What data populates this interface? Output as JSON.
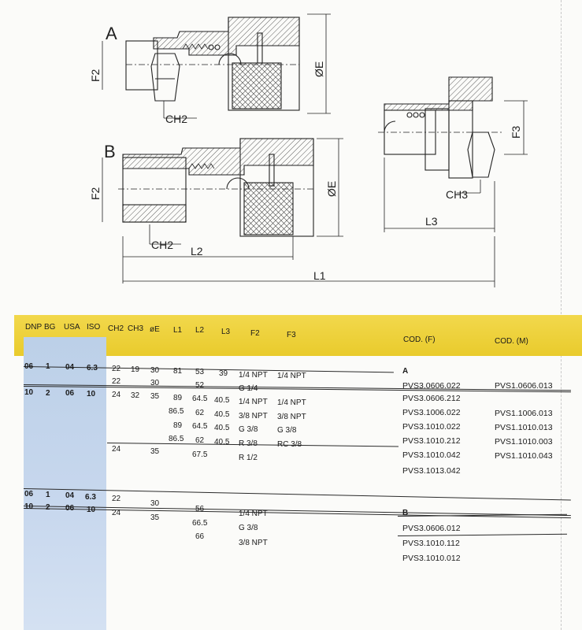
{
  "drawing": {
    "view_a_label": "A",
    "view_b_label": "B",
    "dims": {
      "f2": "F2",
      "f3": "F3",
      "oe": "ØE",
      "ch2": "CH2",
      "ch3": "CH3",
      "l1": "L1",
      "l2": "L2",
      "l3": "L3"
    }
  },
  "table": {
    "headers": [
      "DNP",
      "BG",
      "USA",
      "ISO",
      "CH2",
      "CH3",
      "øE",
      "L1",
      "L2",
      "L3",
      "F2",
      "F3",
      "COD. (F)",
      "COD. (M)"
    ],
    "section_a": {
      "label": "A",
      "group_keys": [
        {
          "dnp": "06",
          "bg": "1",
          "usa": "04",
          "iso": "6.3"
        },
        {
          "dnp": "10",
          "bg": "2",
          "usa": "06",
          "iso": "10"
        }
      ],
      "rows": [
        {
          "ch2": "22",
          "ch3": "19",
          "oe": "30",
          "l1": "81",
          "l2": "53",
          "l3": "39",
          "f2": "1/4 NPT",
          "f3": "1/4 NPT",
          "cod_f": "PVS3.0606.022",
          "cod_m": "PVS1.0606.013"
        },
        {
          "ch2": "22",
          "ch3": "",
          "oe": "30",
          "l1": "",
          "l2": "52",
          "l3": "",
          "f2": "G 1/4",
          "f3": "",
          "cod_f": "PVS3.0606.212",
          "cod_m": ""
        },
        {
          "ch2": "24",
          "ch3": "32",
          "oe": "35",
          "l1": "89",
          "l2": "64.5",
          "l3": "40.5",
          "f2": "1/4 NPT",
          "f3": "1/4 NPT",
          "cod_f": "PVS3.1006.022",
          "cod_m": "PVS1.1006.013"
        },
        {
          "ch2": "",
          "ch3": "",
          "oe": "",
          "l1": "86.5",
          "l2": "62",
          "l3": "40.5",
          "f2": "3/8 NPT",
          "f3": "3/8 NPT",
          "cod_f": "PVS3.1010.022",
          "cod_m": "PVS1.1010.013"
        },
        {
          "ch2": "",
          "ch3": "",
          "oe": "",
          "l1": "89",
          "l2": "64.5",
          "l3": "40.5",
          "f2": "G 3/8",
          "f3": "G 3/8",
          "cod_f": "PVS3.1010.212",
          "cod_m": "PVS1.1010.003"
        },
        {
          "ch2": "",
          "ch3": "",
          "oe": "",
          "l1": "86.5",
          "l2": "62",
          "l3": "40.5",
          "f2": "R 3/8",
          "f3": "RC 3/8",
          "cod_f": "PVS3.1010.042",
          "cod_m": "PVS1.1010.043"
        },
        {
          "ch2": "24",
          "ch3": "",
          "oe": "35",
          "l1": "",
          "l2": "67.5",
          "l3": "",
          "f2": "R 1/2",
          "f3": "",
          "cod_f": "PVS3.1013.042",
          "cod_m": ""
        }
      ]
    },
    "section_b": {
      "label": "B",
      "group_keys": [
        {
          "dnp": "06",
          "bg": "1",
          "usa": "04",
          "iso": "6.3"
        },
        {
          "dnp": "10",
          "bg": "2",
          "usa": "06",
          "iso": "10"
        }
      ],
      "rows": [
        {
          "ch2": "22",
          "oe": "30",
          "l2": "56",
          "f2": "1/4 NPT",
          "cod_f": "PVS3.0606.012"
        },
        {
          "ch2": "24",
          "oe": "35",
          "l2": "66.5",
          "f2": "G 3/8",
          "cod_f": "PVS3.1010.112"
        },
        {
          "ch2": "",
          "oe": "",
          "l2": "66",
          "f2": "3/8 NPT",
          "cod_f": "PVS3.1010.012"
        }
      ]
    }
  }
}
